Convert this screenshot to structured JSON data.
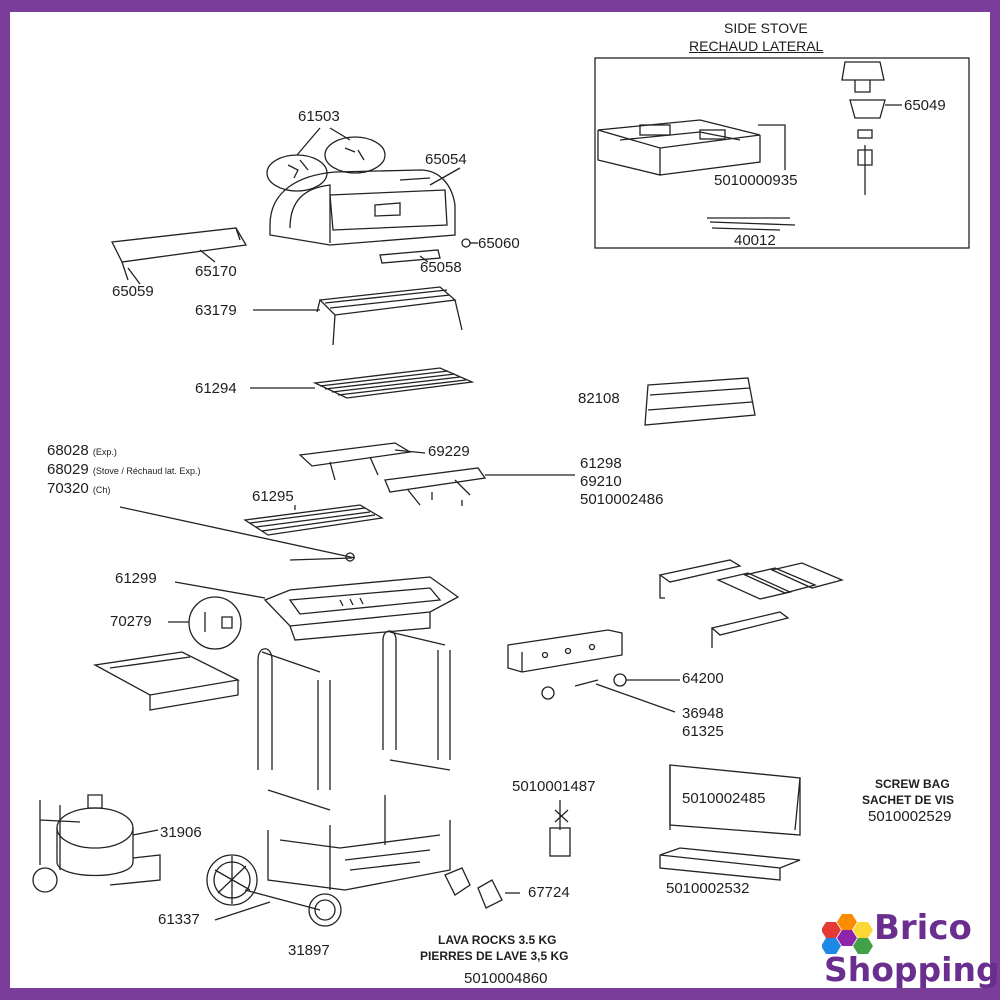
{
  "side_stove": {
    "title_en": "SIDE STOVE",
    "title_fr": "RECHAUD LATERAL",
    "parts": [
      "65049",
      "5010000935",
      "40012"
    ]
  },
  "labels": {
    "p61503": "61503",
    "p65054": "65054",
    "p65060": "65060",
    "p65058": "65058",
    "p65170": "65170",
    "p65059": "65059",
    "p63179": "63179",
    "p61294": "61294",
    "p82108": "82108",
    "p68028": "68028",
    "p68028_note": "(Exp.)",
    "p68029": "68029",
    "p68029_note": "(Stove / Réchaud lat. Exp.)",
    "p70320": "70320",
    "p70320_note": "(Ch)",
    "p69229": "69229",
    "p61298": "61298",
    "p69210": "69210",
    "p5010002486": "5010002486",
    "p61295": "61295",
    "p61299": "61299",
    "p70279": "70279",
    "p64200": "64200",
    "p36948": "36948",
    "p61325": "61325",
    "p5010001487": "5010001487",
    "p5010002485": "5010002485",
    "p5010002532": "5010002532",
    "p31906": "31906",
    "p61337": "61337",
    "p31897": "31897",
    "p67724": "67724"
  },
  "screw_bag": {
    "line1": "SCREW BAG",
    "line2": "SACHET DE VIS",
    "part": "5010002529"
  },
  "lava_rocks": {
    "line1": "LAVA ROCKS 3.5 KG",
    "line2": "PIERRES DE LAVE 3,5 KG",
    "part": "5010004860"
  },
  "logo": {
    "word1": "Brico",
    "word2": "Shopping",
    "colors": [
      "#e53935",
      "#fb8c00",
      "#fdd835",
      "#43a047",
      "#1e88e5",
      "#8e24aa"
    ]
  },
  "colors": {
    "border": "#7a3d9a",
    "line": "#222222",
    "brand": "#6a2f8e"
  }
}
